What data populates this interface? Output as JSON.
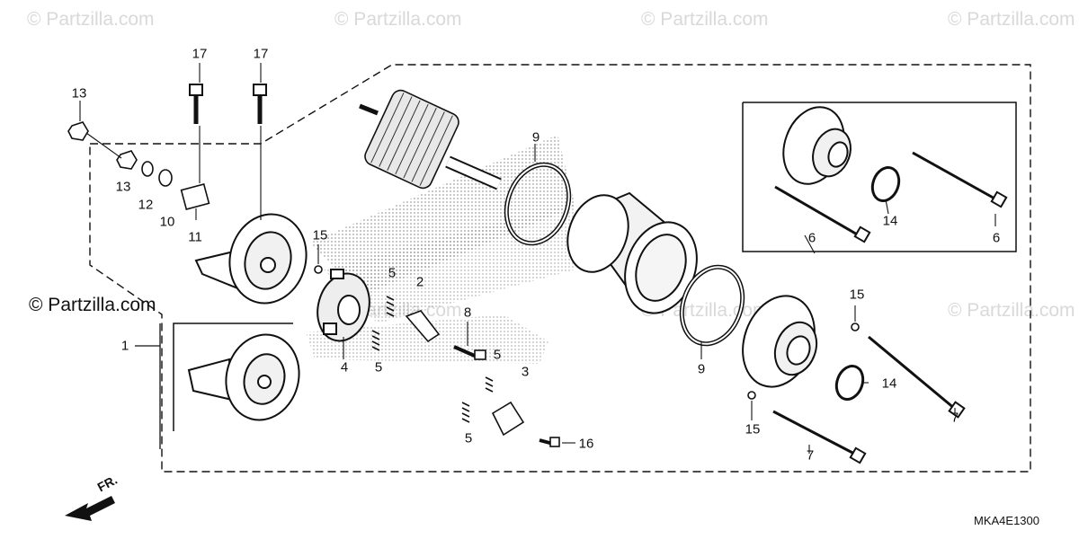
{
  "watermark": {
    "text": "© Partzilla.com",
    "dark_text": "© Partzilla.com"
  },
  "diagram": {
    "code": "MKA4E1300",
    "direction_label": "FR.",
    "callouts": {
      "c1": "1",
      "c2": "2",
      "c3": "3",
      "c4": "4",
      "c5a": "5",
      "c5b": "5",
      "c5c": "5",
      "c5d": "5",
      "c6a": "6",
      "c6b": "6",
      "c7a": "7",
      "c7b": "7",
      "c8": "8",
      "c9a": "9",
      "c9b": "9",
      "c10": "10",
      "c11": "11",
      "c12": "12",
      "c13a": "13",
      "c13b": "13",
      "c14a": "14",
      "c14b": "14",
      "c15a": "15",
      "c15b": "15",
      "c15c": "15",
      "c16": "16",
      "c17a": "17",
      "c17b": "17"
    }
  },
  "colors": {
    "line": "#111111",
    "watermark": "#d9d9d9",
    "stipple": "#8a8a8a"
  },
  "icons": {
    "direction": "arrow-left-icon"
  }
}
